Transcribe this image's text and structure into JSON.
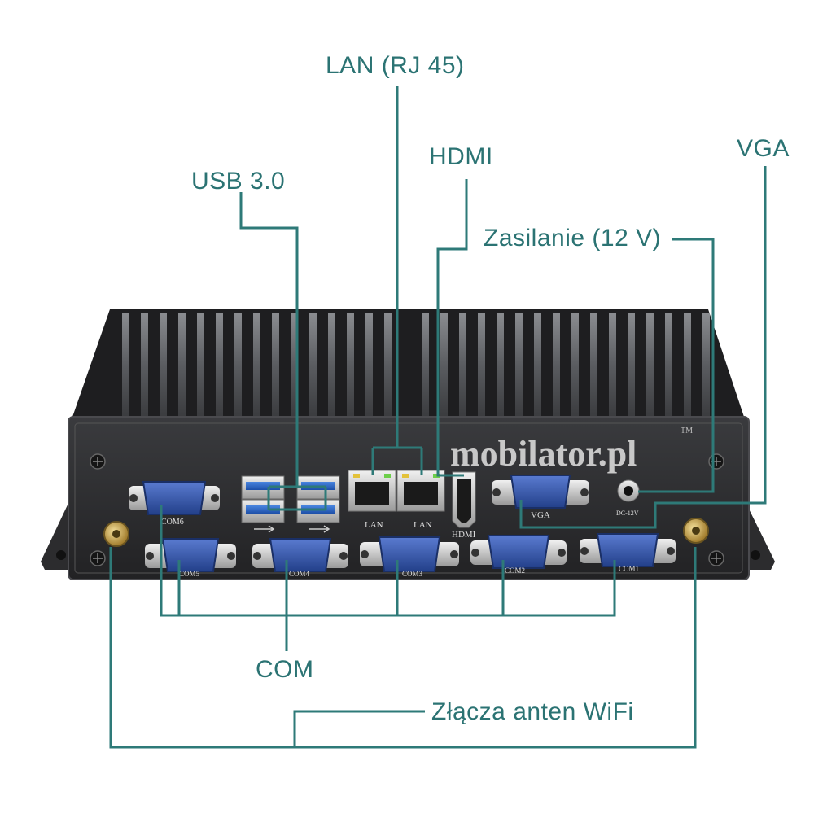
{
  "callouts": {
    "lan": "LAN (RJ 45)",
    "hdmi": "HDMI",
    "vga": "VGA",
    "usb": "USB 3.0",
    "power": "Zasilanie (12 V)",
    "com": "COM",
    "wifi": "Złącza anten WiFi"
  },
  "device": {
    "brand_logo": "mobilator.pl",
    "trademark": "TM",
    "port_labels": {
      "com6": "COM6",
      "com5": "COM5",
      "com4": "COM4",
      "com3": "COM3",
      "com2": "COM2",
      "com1": "COM1",
      "lan1": "LAN",
      "lan2": "LAN",
      "hdmi": "HDMI",
      "vga": "VGA",
      "dc": "DC-12V"
    }
  },
  "colors": {
    "callout_text": "#2b7373",
    "leader_line": "#2e7a78",
    "chassis": "#2a2a2c",
    "port_blue": "#2f4fa0"
  }
}
